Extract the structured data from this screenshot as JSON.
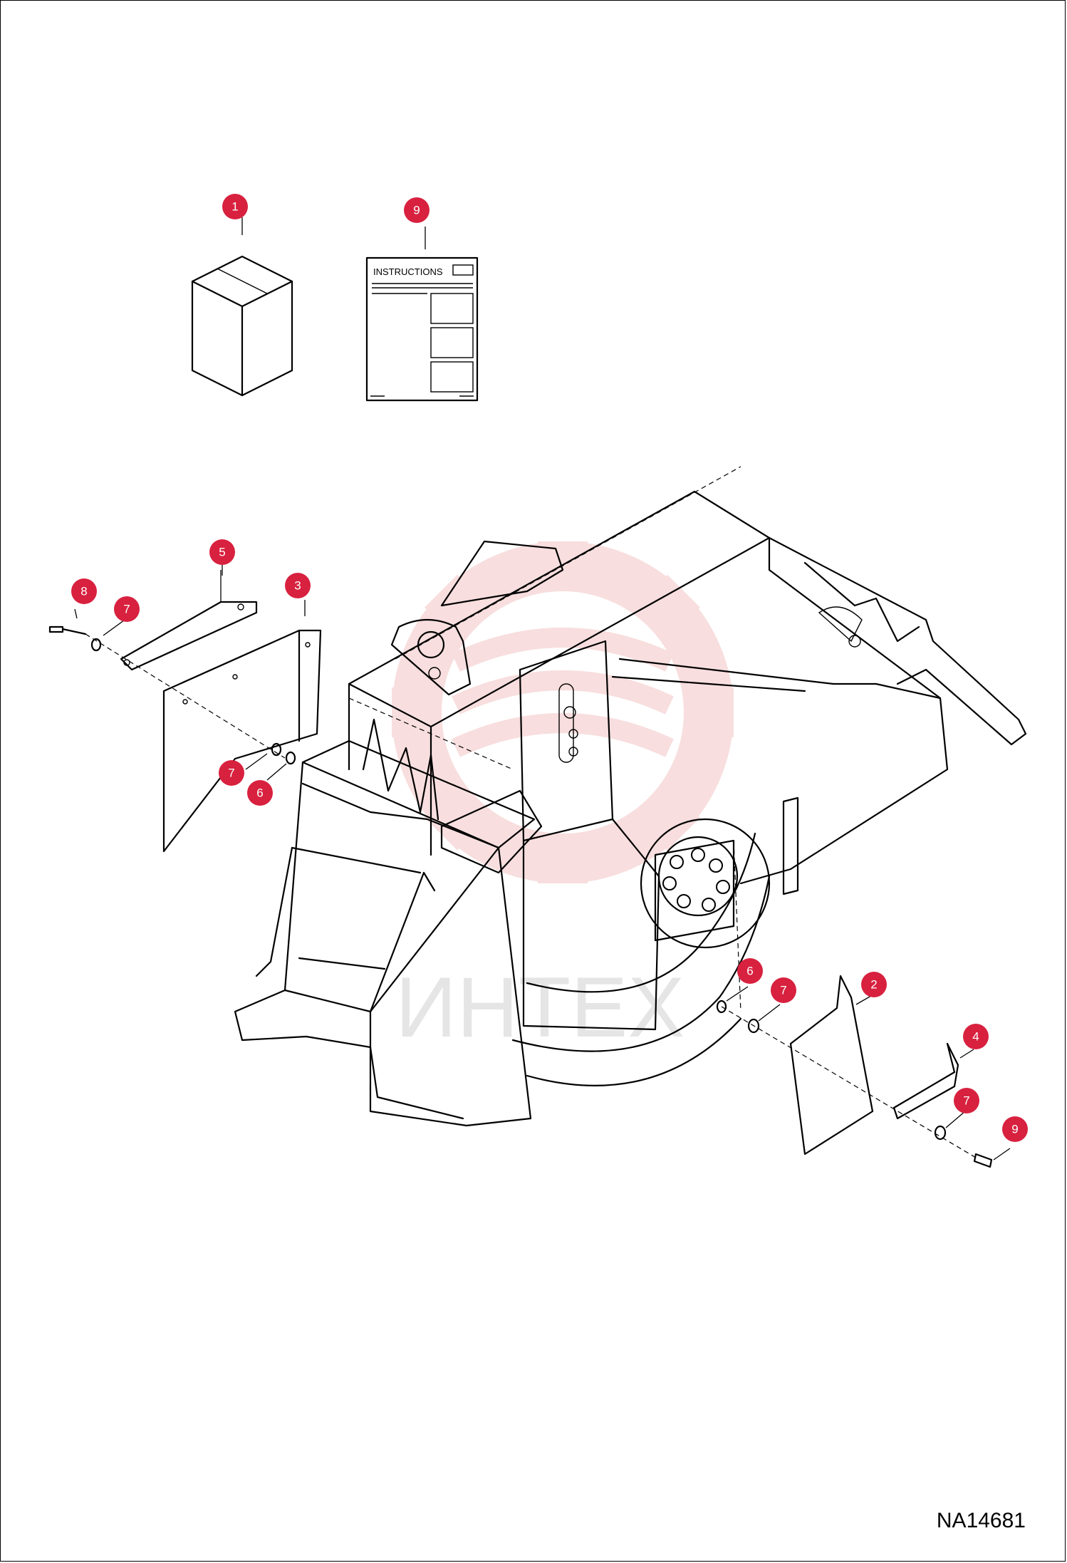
{
  "drawing_number": "NA14681",
  "instruction_sheet_label": "INSTRUCTIONS",
  "watermark_text": "ИНТЕХ",
  "colors": {
    "callout": "#d8213f",
    "watermark": "#f4c4c4",
    "line": "#000000"
  },
  "callouts": [
    {
      "id": "c1",
      "number": "1"
    },
    {
      "id": "c9a",
      "number": "9"
    },
    {
      "id": "c5",
      "number": "5"
    },
    {
      "id": "c3",
      "number": "3"
    },
    {
      "id": "c8",
      "number": "8"
    },
    {
      "id": "c7a",
      "number": "7"
    },
    {
      "id": "c7b",
      "number": "7"
    },
    {
      "id": "c6a",
      "number": "6"
    },
    {
      "id": "c6b",
      "number": "6"
    },
    {
      "id": "c7c",
      "number": "7"
    },
    {
      "id": "c2",
      "number": "2"
    },
    {
      "id": "c4",
      "number": "4"
    },
    {
      "id": "c7d",
      "number": "7"
    },
    {
      "id": "c9b",
      "number": "9"
    }
  ]
}
